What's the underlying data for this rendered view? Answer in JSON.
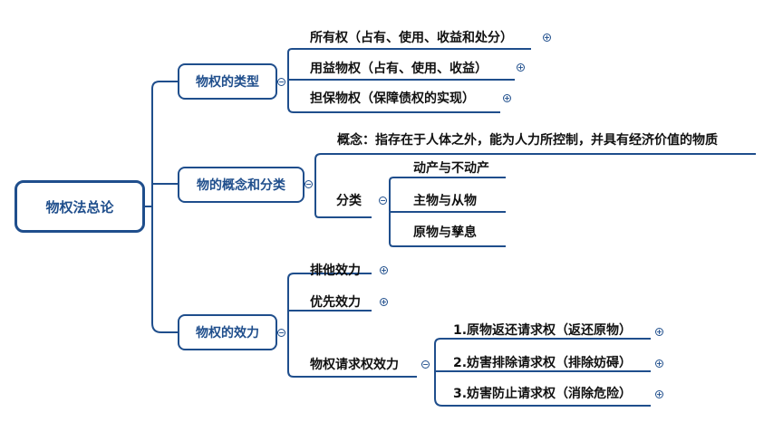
{
  "root": {
    "label": "物权法总论"
  },
  "branches": [
    {
      "label": "物权的类型",
      "children": [
        {
          "label": "所有权（占有、使用、收益和处分）"
        },
        {
          "label": "用益物权（占有、使用、收益）"
        },
        {
          "label": "担保物权（保障债权的实现）"
        }
      ]
    },
    {
      "label": "物的概念和分类",
      "concept": "概念：指存在于人体之外，能为人力所控制，并具有经济价值的物质",
      "classification": {
        "label": "分类",
        "children": [
          {
            "label": "动产与不动产"
          },
          {
            "label": "主物与从物"
          },
          {
            "label": "原物与孳息"
          }
        ]
      }
    },
    {
      "label": "物权的效力",
      "children": [
        {
          "label": "排他效力"
        },
        {
          "label": "优先效力"
        }
      ],
      "claims": {
        "label": "物权请求权效力",
        "children": [
          {
            "label": "1.原物返还请求权（返还原物）"
          },
          {
            "label": "2.妨害排除请求权（排除妨碍）"
          },
          {
            "label": "3.妨害防止请求权（消除危险）"
          }
        ]
      }
    }
  ],
  "toggles": {
    "expand": "+",
    "collapse": "−"
  },
  "colors": {
    "line": "#1f4e8c",
    "text": "#111111"
  }
}
